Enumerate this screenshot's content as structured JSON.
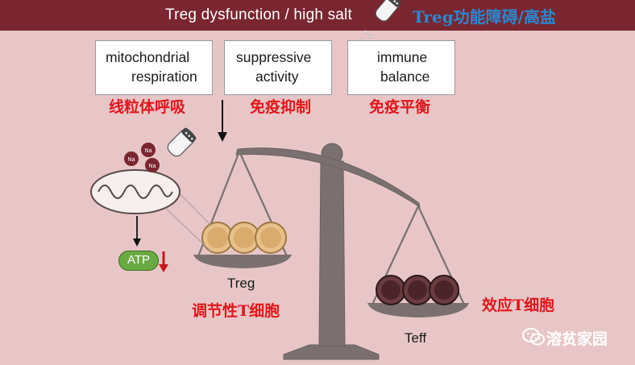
{
  "header": {
    "title": "Treg dysfunction / high salt",
    "title_cn": "Treg功能障碍/高盐"
  },
  "boxes": [
    {
      "line1": "mitochondrial",
      "line2": "respiration",
      "label_cn": "线粒体呼吸"
    },
    {
      "line1": "suppressive",
      "line2": "activity",
      "label_cn": "免疫抑制"
    },
    {
      "line1": "immune",
      "line2": "balance",
      "label_cn": "免疫平衡"
    }
  ],
  "sodium": {
    "ion": "Na",
    "charge": "+"
  },
  "atp": {
    "label": "ATP"
  },
  "scale": {
    "left_label": "Treg",
    "left_label_cn": "调节性T细胞",
    "right_label": "Teff",
    "right_label_cn": "效应T细胞"
  },
  "watermark": {
    "text": "溶贫家园"
  },
  "colors": {
    "header_bg": "#7a2630",
    "background": "#e8c6c7",
    "accent_red": "#e2161b",
    "accent_blue": "#2a87cf",
    "scale_gray": "#7b7070",
    "treg_cell": "#e8c08a",
    "teff_cell": "#5a3438",
    "atp_green": "#6aaa43"
  }
}
